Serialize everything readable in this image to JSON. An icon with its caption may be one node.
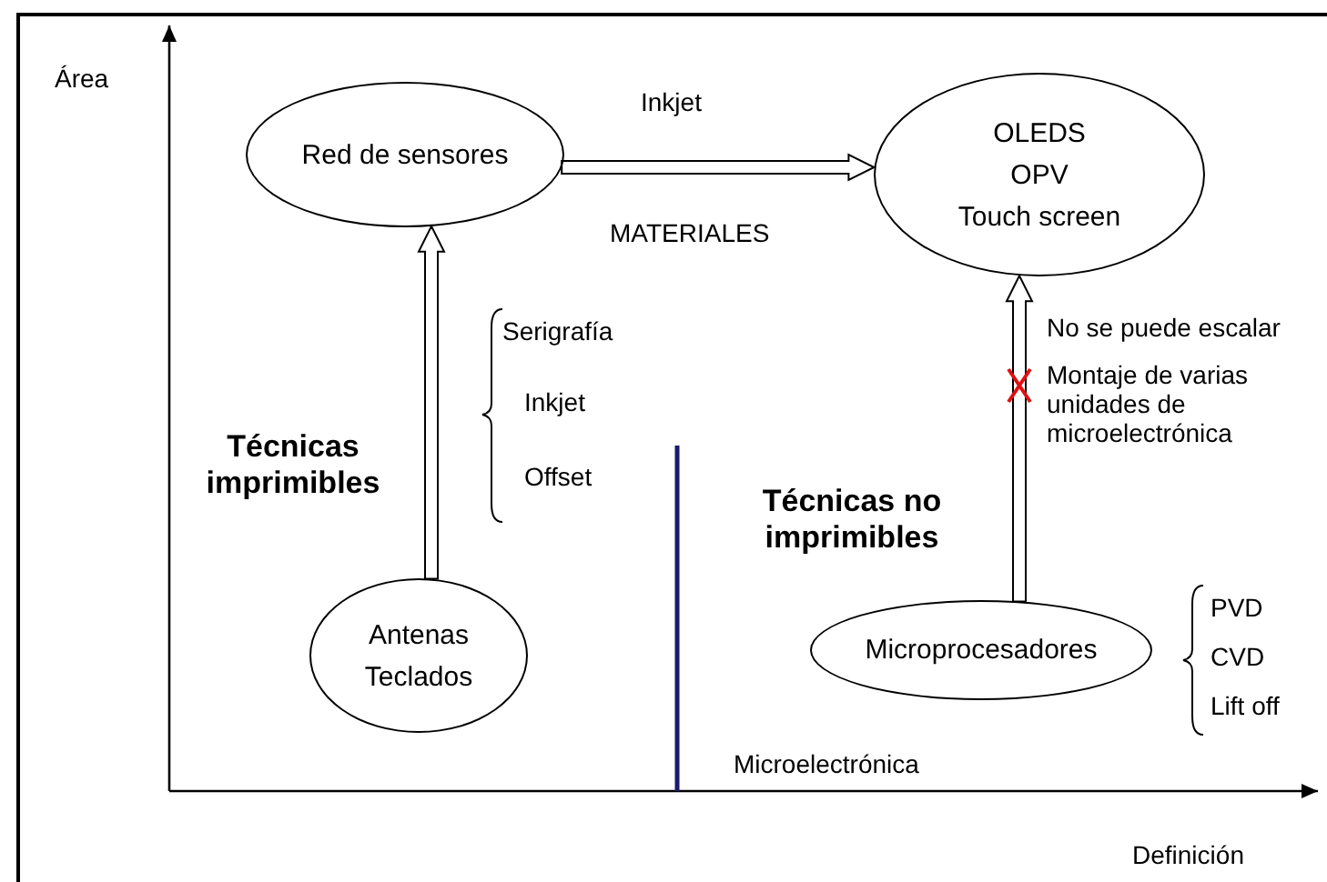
{
  "diagram": {
    "nodes": [
      {
        "text": [
          "Red de sensores"
        ]
      },
      {
        "text": [
          "OLEDS",
          "OPV",
          "Touch screen"
        ]
      },
      {
        "text": [
          "Antenas",
          "Teclados"
        ]
      },
      {
        "text": [
          "Microprocesadores"
        ]
      }
    ],
    "edges": [
      {
        "from": 0,
        "to": 1,
        "arrow": "to"
      },
      {
        "from": 2,
        "to": 0,
        "arrow": "to"
      },
      {
        "from": 3,
        "to": 1,
        "arrow": "to"
      }
    ],
    "labels": [
      "Área",
      "Inkjet",
      "MATERIALES",
      "Serigrafía",
      "Técnicas imprimibles",
      "Inkjet",
      "No se puede escalar",
      "Montaje de varias unidades de microelectrónica",
      "Offset",
      "Técnicas no imprimibles",
      "PVD",
      "CVD",
      "Lift off",
      "Microelectrónica",
      "Definición"
    ]
  }
}
